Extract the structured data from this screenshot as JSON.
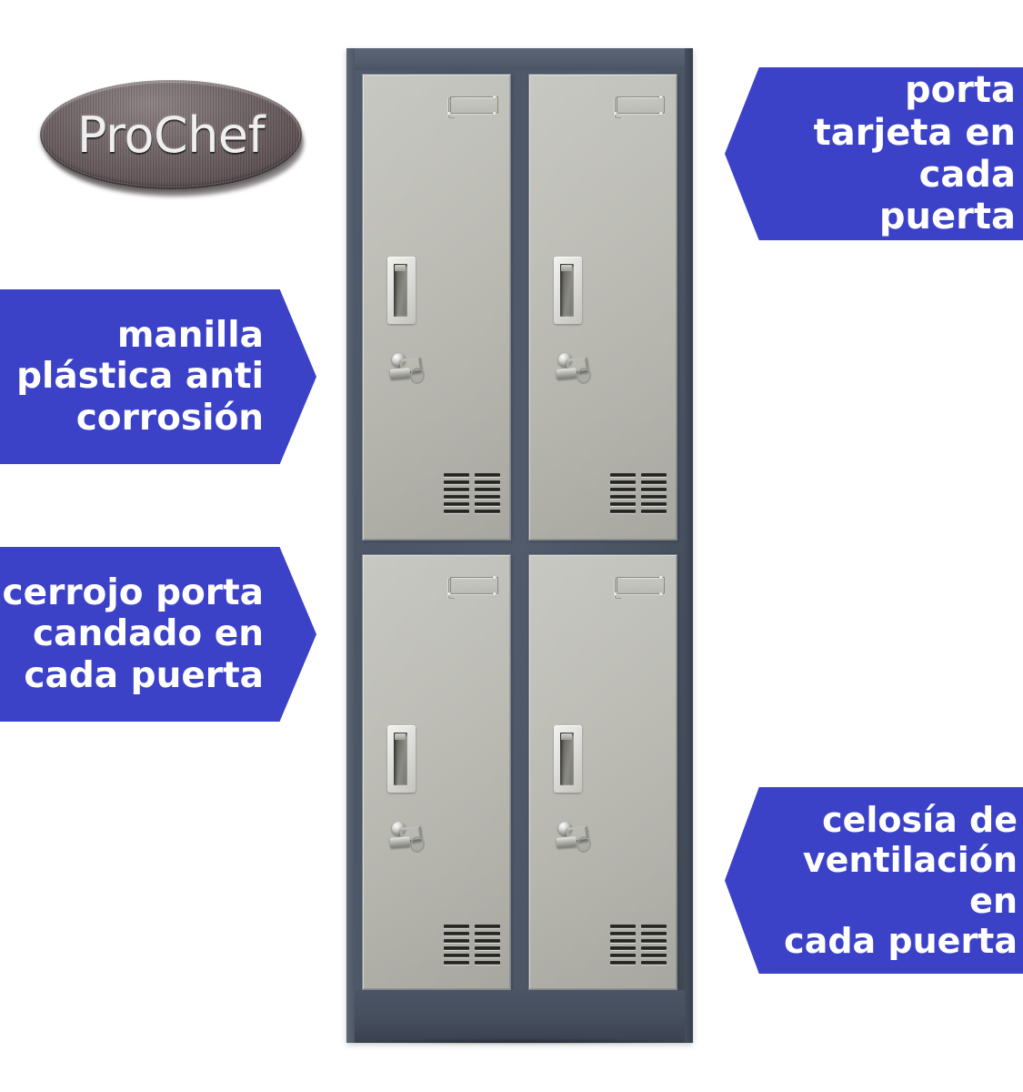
{
  "brand": {
    "logo_text": "ProChef",
    "logo_shape": "oval-metal-badge"
  },
  "colors": {
    "callout_blue": "#3c42c8",
    "callout_text": "#ffffff",
    "locker_frame": "#4a5363",
    "locker_door": "#bdbdb6",
    "logo_metal_dark": "#3f3538"
  },
  "callouts": [
    {
      "id": "card-holder",
      "direction": "left",
      "lines": [
        "porta",
        "tarjeta en",
        "cada puerta"
      ],
      "line1": "porta",
      "line2": "tarjeta en",
      "line3": "cada puerta"
    },
    {
      "id": "handle",
      "direction": "right",
      "lines": [
        "manilla",
        "plástica anti",
        "corrosión"
      ],
      "line1": "manilla",
      "line2": "plástica anti",
      "line3": "corrosión"
    },
    {
      "id": "lock",
      "direction": "right",
      "lines": [
        "cerrojo porta",
        "candado en",
        "cada puerta"
      ],
      "line1": "cerrojo porta",
      "line2": "candado en",
      "line3": "cada puerta"
    },
    {
      "id": "ventilation",
      "direction": "left",
      "lines": [
        "celosía de",
        "ventilación en",
        "cada puerta"
      ],
      "line1": "celosía de",
      "line2": "ventilación en",
      "line3": "cada puerta"
    }
  ],
  "product": {
    "type": "metal-locker",
    "columns": 2,
    "rows": 2,
    "doors_total": 4,
    "door_features": [
      "card-holder",
      "recessed-plastic-handle",
      "padlock-latch",
      "ventilation-louver"
    ],
    "louver": {
      "columns": 2,
      "rows": 6
    }
  }
}
